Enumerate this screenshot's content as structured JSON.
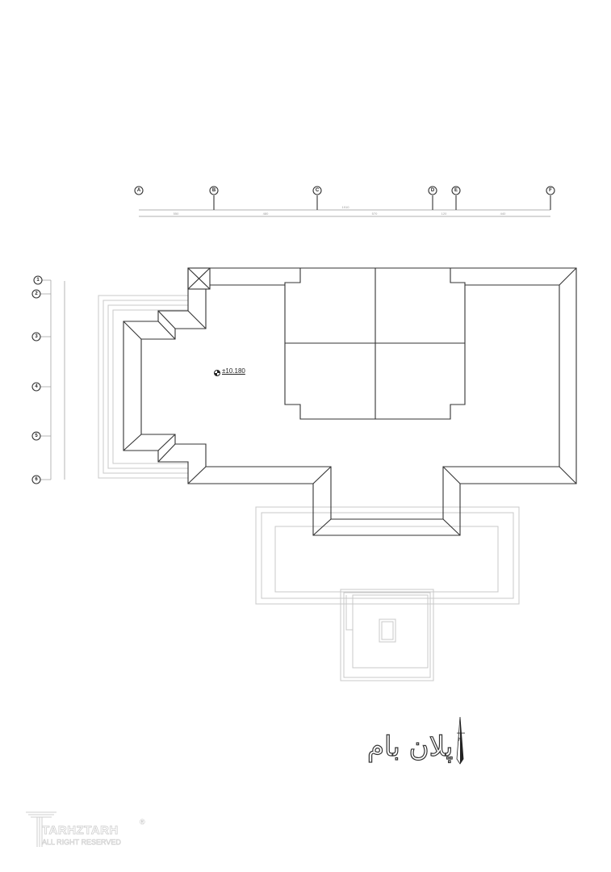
{
  "drawing": {
    "title": "پلان بام",
    "elevation": "±10.180",
    "grid_columns": [
      "A",
      "B",
      "C",
      "D",
      "E",
      "F"
    ],
    "grid_rows": [
      "1",
      "2",
      "3",
      "4",
      "5",
      "6"
    ],
    "overall_dimension": "1910",
    "segment_dimensions": [
      "550",
      "480",
      "570",
      "120",
      "440"
    ]
  },
  "logo": {
    "name": "TARHZTARH",
    "subtitle": "ALL RIGHT RESERVED",
    "mark": "®"
  },
  "colors": {
    "line": "#333333",
    "secondary": "#c8c8c8"
  }
}
